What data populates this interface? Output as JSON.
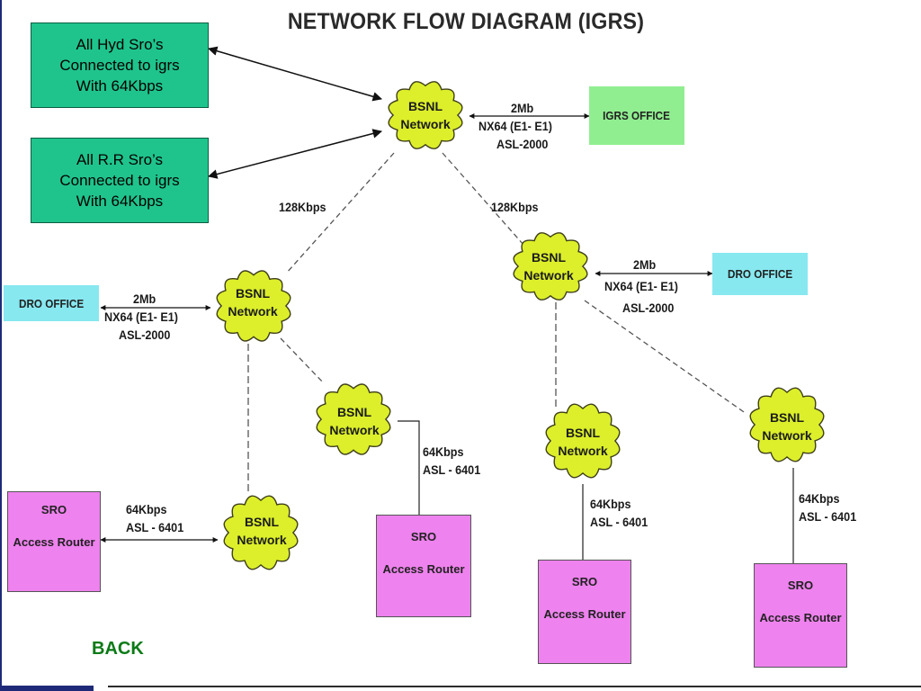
{
  "title": "NETWORK FLOW DIAGRAM (IGRS)",
  "hyd_box": "All Hyd Sro’s\nConnected to igrs\nWith 64Kbps",
  "rr_box": "All R.R Sro’s\nConnected to igrs\nWith 64Kbps",
  "cloud_label_line1": "BSNL",
  "cloud_label_line2": "Network",
  "igrs_office": "IGRS OFFICE",
  "dro_office": "DRO OFFICE",
  "link_2mb": "2Mb",
  "link_nx64": "NX64 (E1- E1)",
  "link_asl2000": "ASL-2000",
  "link_128": "128Kbps",
  "link_64": "64Kbps",
  "link_asl6401": "ASL - 6401",
  "sro_line1": "SRO",
  "sro_line2": "Access Router",
  "back_label": "BACK",
  "colors": {
    "green_box": "#1fc48c",
    "igrs_office": "#90ee90",
    "dro_office": "#87e8f0",
    "sro": "#ee82ee",
    "cloud": "#dcef2a",
    "back": "#0a7a16",
    "accent_bar": "#1e2a78"
  }
}
